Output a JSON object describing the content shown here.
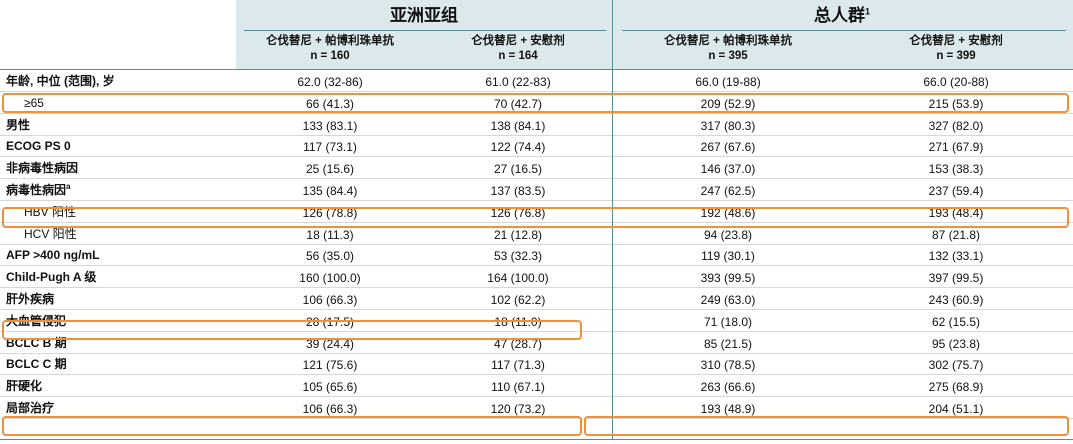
{
  "header": {
    "group_asia": "亚洲亚组",
    "group_total": "总人群",
    "group_total_sup": "1",
    "columns": [
      {
        "treatment": "仑伐替尼 + 帕博利珠单抗",
        "n": "n = 160"
      },
      {
        "treatment": "仑伐替尼 + 安慰剂",
        "n": "n = 164"
      },
      {
        "treatment": "仑伐替尼 + 帕博利珠单抗",
        "n": "n = 395"
      },
      {
        "treatment": "仑伐替尼 + 安慰剂",
        "n": "n = 399"
      }
    ]
  },
  "rows": [
    {
      "label": "年龄, 中位 (范围), 岁",
      "sup": "",
      "indent": false,
      "values": [
        "62.0 (32-86)",
        "61.0 (22-83)",
        "66.0 (19-88)",
        "66.0 (20-88)"
      ]
    },
    {
      "label": "≥65",
      "sup": "",
      "indent": true,
      "values": [
        "66 (41.3)",
        "70 (42.7)",
        "209 (52.9)",
        "215 (53.9)"
      ]
    },
    {
      "label": "男性",
      "sup": "",
      "indent": false,
      "values": [
        "133 (83.1)",
        "138 (84.1)",
        "317 (80.3)",
        "327 (82.0)"
      ]
    },
    {
      "label": "ECOG PS 0",
      "sup": "",
      "indent": false,
      "values": [
        "117 (73.1)",
        "122 (74.4)",
        "267 (67.6)",
        "271 (67.9)"
      ]
    },
    {
      "label": "非病毒性病因",
      "sup": "",
      "indent": false,
      "values": [
        "25 (15.6)",
        "27 (16.5)",
        "146 (37.0)",
        "153 (38.3)"
      ]
    },
    {
      "label": "病毒性病因",
      "sup": "a",
      "indent": false,
      "values": [
        "135 (84.4)",
        "137 (83.5)",
        "247 (62.5)",
        "237 (59.4)"
      ]
    },
    {
      "label": "HBV 阳性",
      "sup": "",
      "indent": true,
      "values": [
        "126 (78.8)",
        "126 (76.8)",
        "192 (48.6)",
        "193 (48.4)"
      ]
    },
    {
      "label": "HCV 阳性",
      "sup": "",
      "indent": true,
      "values": [
        "18 (11.3)",
        "21 (12.8)",
        "94 (23.8)",
        "87 (21.8)"
      ]
    },
    {
      "label": "AFP >400 ng/mL",
      "sup": "",
      "indent": false,
      "values": [
        "56 (35.0)",
        "53 (32.3)",
        "119 (30.1)",
        "132 (33.1)"
      ]
    },
    {
      "label": "Child-Pugh A 级",
      "sup": "",
      "indent": false,
      "values": [
        "160 (100.0)",
        "164 (100.0)",
        "393 (99.5)",
        "397 (99.5)"
      ]
    },
    {
      "label": "肝外疾病",
      "sup": "",
      "indent": false,
      "values": [
        "106 (66.3)",
        "102 (62.2)",
        "249 (63.0)",
        "243 (60.9)"
      ]
    },
    {
      "label": "大血管侵犯",
      "sup": "",
      "indent": false,
      "values": [
        "28 (17.5)",
        "18 (11.0)",
        "71 (18.0)",
        "62 (15.5)"
      ]
    },
    {
      "label": "BCLC B 期",
      "sup": "",
      "indent": false,
      "values": [
        "39 (24.4)",
        "47 (28.7)",
        "85 (21.5)",
        "95 (23.8)"
      ]
    },
    {
      "label": "BCLC C 期",
      "sup": "",
      "indent": false,
      "values": [
        "121 (75.6)",
        "117 (71.3)",
        "310 (78.5)",
        "302 (75.7)"
      ]
    },
    {
      "label": "肝硬化",
      "sup": "",
      "indent": false,
      "values": [
        "105 (65.6)",
        "110 (67.1)",
        "263 (66.6)",
        "275 (68.9)"
      ]
    },
    {
      "label": "局部治疗",
      "sup": "",
      "indent": false,
      "values": [
        "106 (66.3)",
        "120 (73.2)",
        "193 (48.9)",
        "204 (51.1)"
      ]
    }
  ],
  "colors": {
    "header_band": "#dbe9ec",
    "rule": "#5a8c93",
    "highlight": "#f0913a"
  }
}
